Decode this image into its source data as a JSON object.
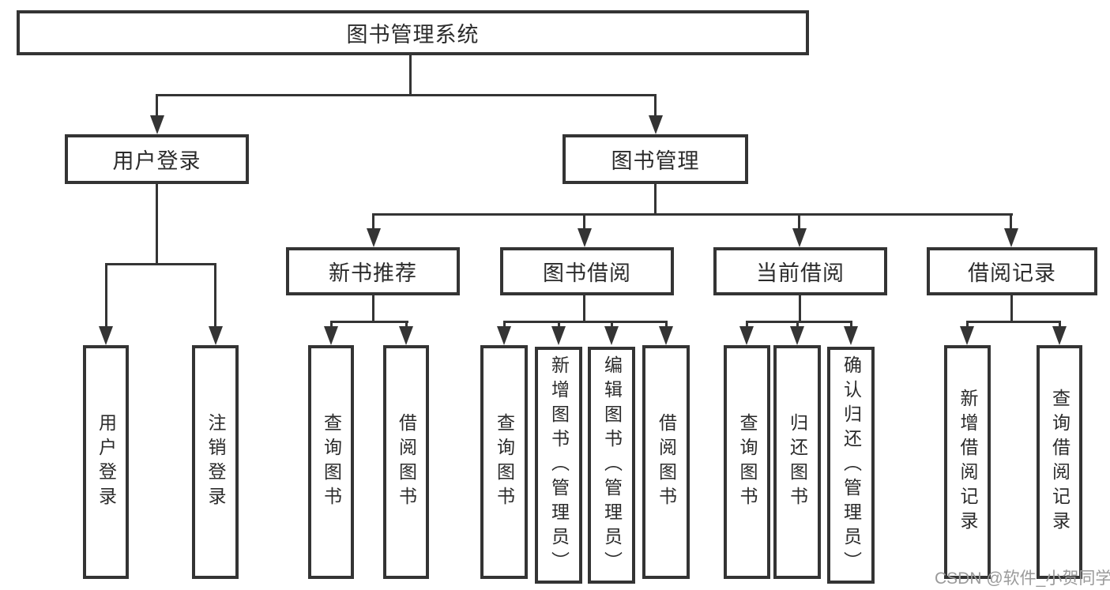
{
  "diagram_title": "图书管理系统",
  "tree": {
    "label": "图书管理系统",
    "children": [
      {
        "label": "用户登录",
        "children": [
          {
            "label": "用户登录"
          },
          {
            "label": "注销登录"
          }
        ]
      },
      {
        "label": "图书管理",
        "children": [
          {
            "label": "新书推荐",
            "children": [
              {
                "label": "查询图书"
              },
              {
                "label": "借阅图书"
              }
            ]
          },
          {
            "label": "图书借阅",
            "children": [
              {
                "label": "查询图书"
              },
              {
                "label": "新增图书（管理员）"
              },
              {
                "label": "编辑图书（管理员）"
              },
              {
                "label": "借阅图书"
              }
            ]
          },
          {
            "label": "当前借阅",
            "children": [
              {
                "label": "查询图书"
              },
              {
                "label": "归还图书"
              },
              {
                "label": "确认归还（管理员）"
              }
            ]
          },
          {
            "label": "借阅记录",
            "children": [
              {
                "label": "新增借阅记录"
              },
              {
                "label": "查询借阅记录"
              }
            ]
          }
        ]
      }
    ]
  },
  "watermark": {
    "text": "CSDN @软件_小贺同学"
  },
  "colors": {
    "line": "#343434",
    "box_border": "#343434",
    "text": "#2b2b2b",
    "background": "#ffffff",
    "watermark": "#9a9a9a"
  }
}
